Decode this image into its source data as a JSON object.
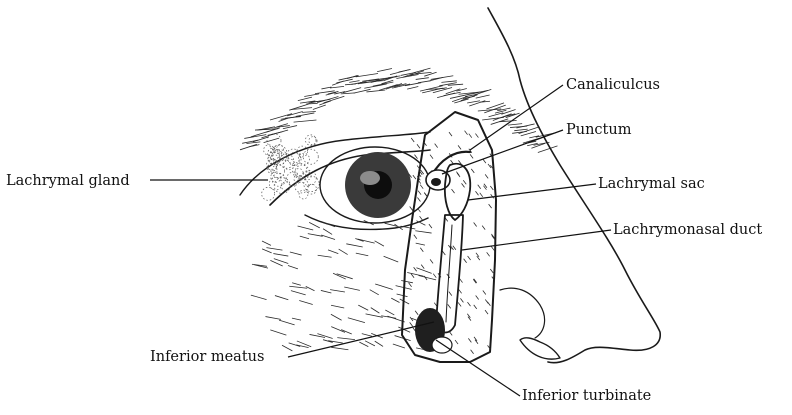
{
  "labels": {
    "lachrymal_gland": "Lachrymal gland",
    "canaliculus": "Canaliculcus",
    "punctum": "Punctum",
    "lachrymal_sac": "Lachrymal sac",
    "lachrymonasal_duct": "Lachrymonasal duct",
    "inferior_meatus": "Inferior meatus",
    "inferior_turbinate": "Inferior turbinate"
  },
  "colors": {
    "ink": "#1a1a1a",
    "paper": "#ffffff"
  }
}
